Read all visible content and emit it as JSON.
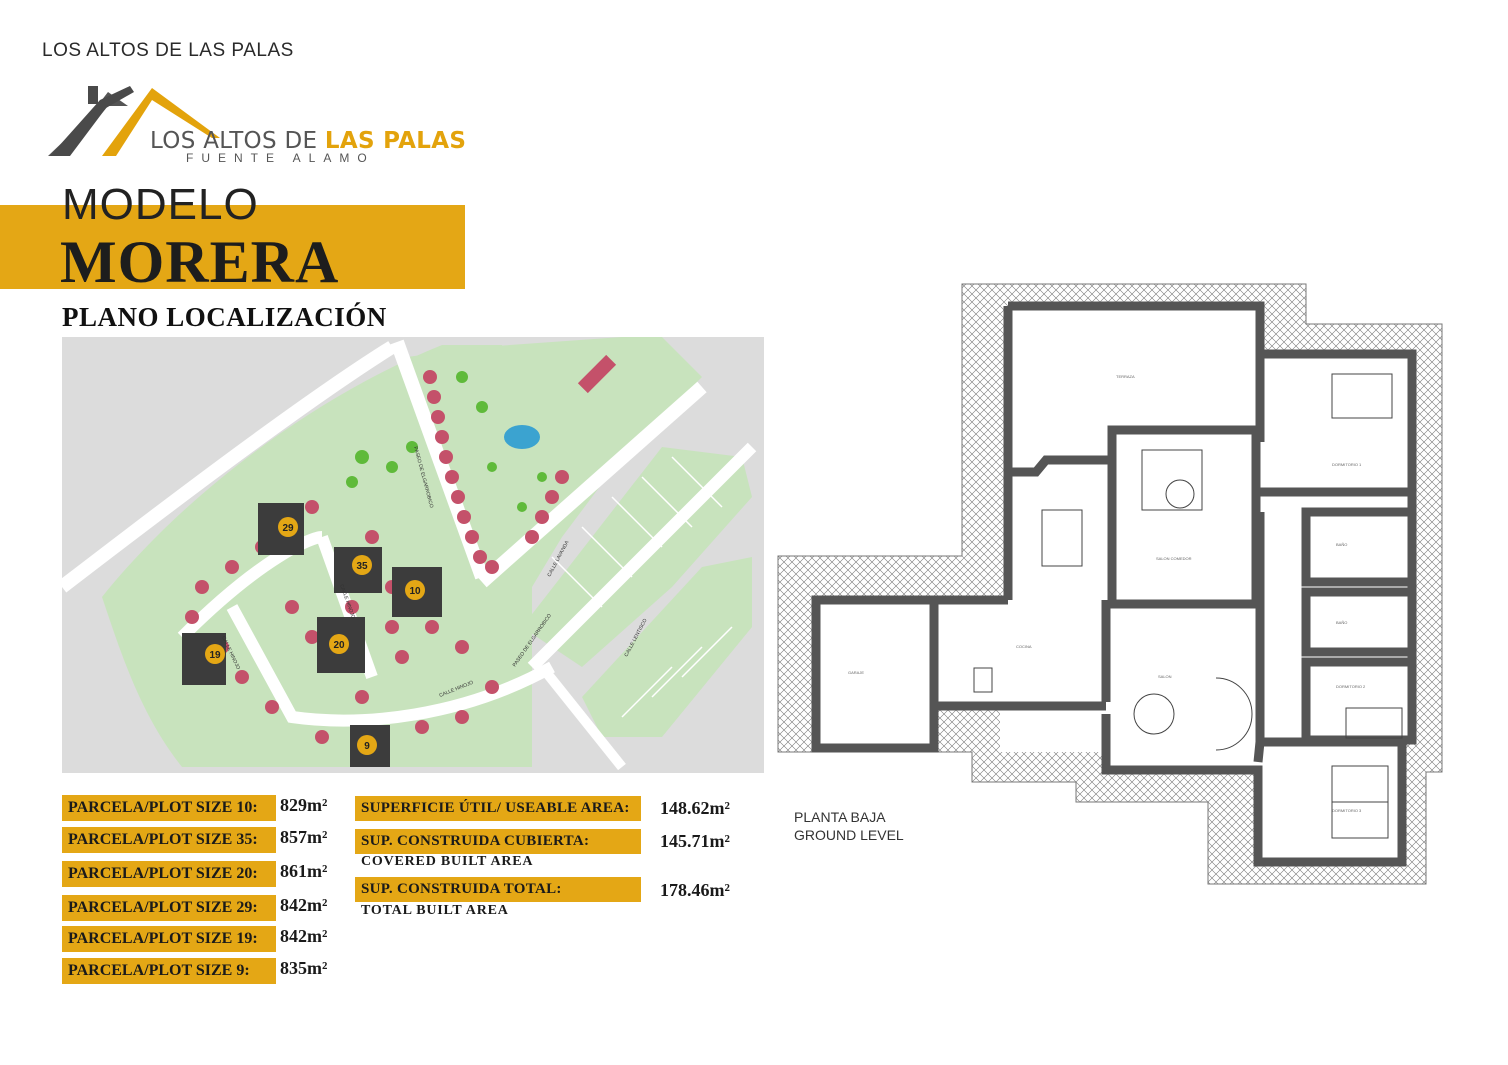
{
  "header": {
    "brand": "LOS ALTOS DE LAS PALAS",
    "logo_line1_a": "LOS ALTOS DE ",
    "logo_line1_b": "LAS PALAS",
    "logo_line2": "FUENTE ALAMO"
  },
  "title": {
    "modelo": "MODELO",
    "name": "MORERA",
    "section": "PLANO LOCALIZACIÓN"
  },
  "map": {
    "streets": [
      "PASEO DE ELGARROBICO",
      "CALLE LAVANDA",
      "CALLE LENTISCO",
      "CALLE HINOJO",
      "CALLE HINOJO",
      "CALLE HINOJO",
      "PASEO DE ELGARROBICO"
    ],
    "plots": [
      "29",
      "35",
      "10",
      "20",
      "19",
      "9"
    ]
  },
  "plots": [
    {
      "label": "PARCELA/PLOT SIZE 10:",
      "value": "829m²"
    },
    {
      "label": "PARCELA/PLOT SIZE 35:",
      "value": "857m²"
    },
    {
      "label": "PARCELA/PLOT SIZE 20:",
      "value": "861m²"
    },
    {
      "label": "PARCELA/PLOT SIZE 29:",
      "value": "842m²"
    },
    {
      "label": "PARCELA/PLOT SIZE 19:",
      "value": "842m²"
    },
    {
      "label": "PARCELA/PLOT SIZE 9:",
      "value": "835m²"
    }
  ],
  "areas": [
    {
      "label": "SUPERFICIE ÚTIL/ USEABLE AREA:",
      "sub": "",
      "value": "148.62m²"
    },
    {
      "label": "SUP. CONSTRUIDA CUBIERTA:",
      "sub": "COVERED BUILT AREA",
      "value": "145.71m²"
    },
    {
      "label": "SUP. CONSTRUIDA TOTAL:",
      "sub": "TOTAL BUILT AREA",
      "value": "178.46m²"
    }
  ],
  "floorplan": {
    "level_es": "PLANTA BAJA",
    "level_en": "GROUND LEVEL"
  },
  "colors": {
    "gold": "#e4a715",
    "map_green": "#c8e3bd",
    "plot_red": "#c4516a",
    "highlight_plot": "#3c3c3c",
    "wall": "#555555"
  }
}
